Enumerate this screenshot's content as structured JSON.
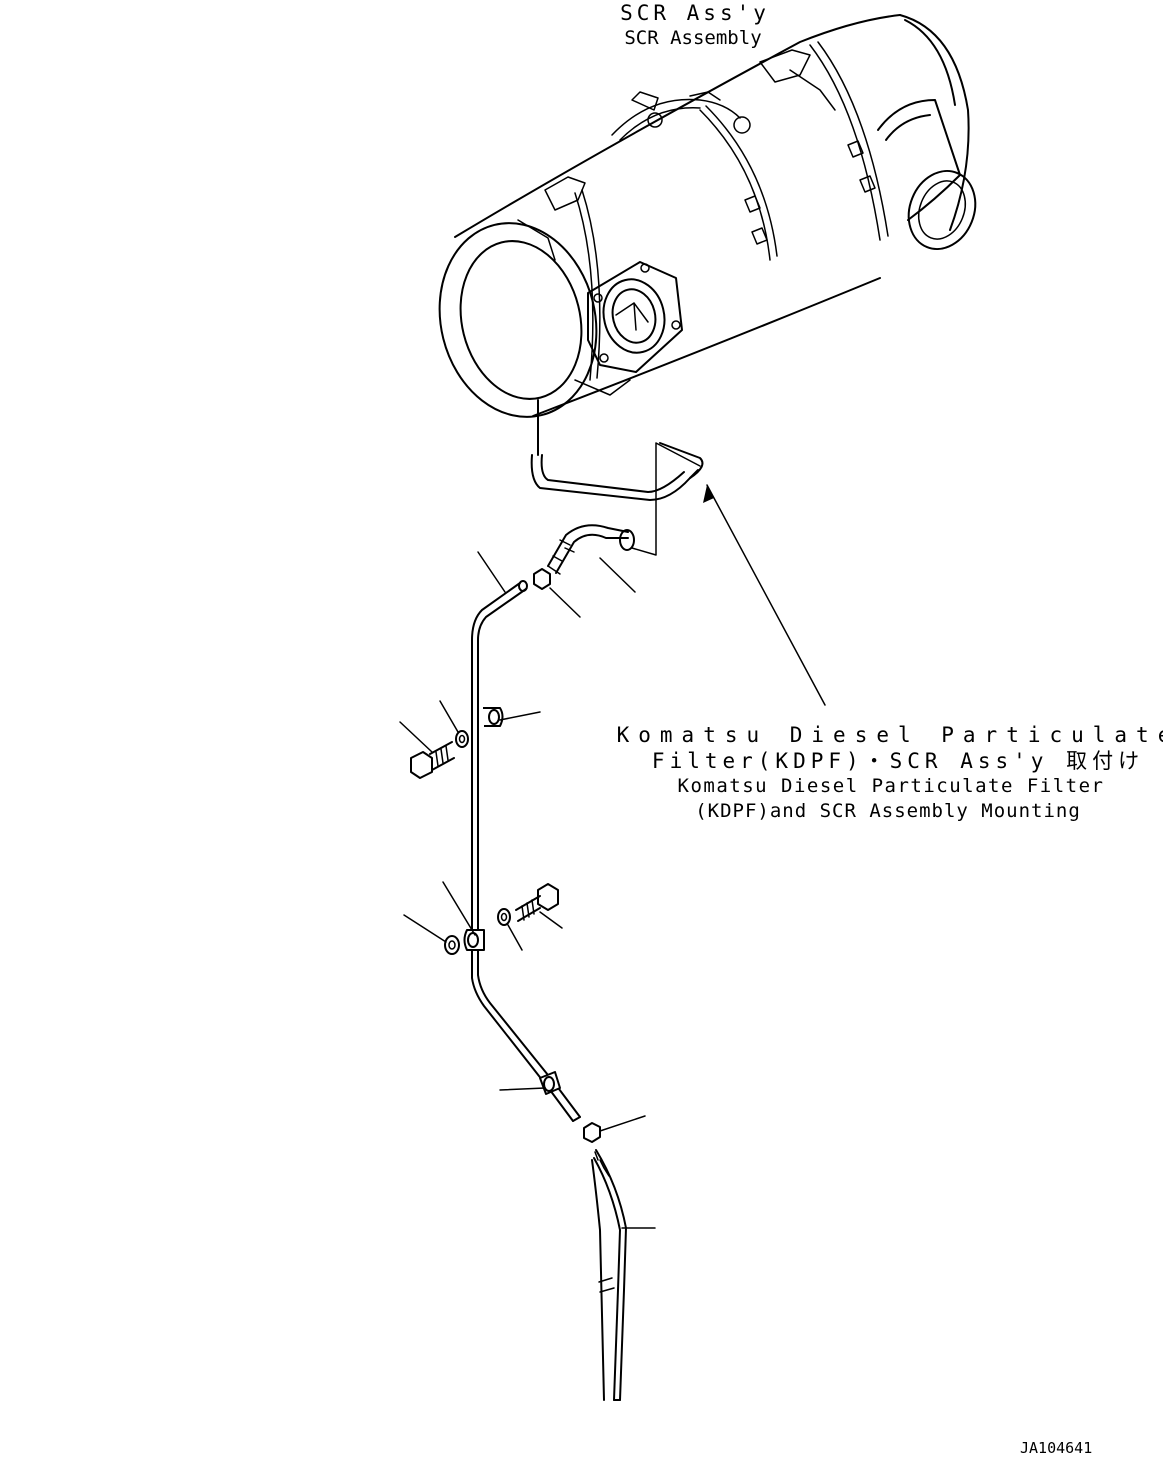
{
  "labels": {
    "scr_ja": "SCR Ass'y",
    "scr_en": "SCR Assembly",
    "mount_ja_line1": "Komatsu Diesel Particulate",
    "mount_ja_line2": "Filter(KDPF)・SCR Ass'y 取付け",
    "mount_en_line1": "Komatsu Diesel Particulate Filter",
    "mount_en_line2": "(KDPF)and SCR Assembly Mounting"
  },
  "drawing_number": "JA104641"
}
